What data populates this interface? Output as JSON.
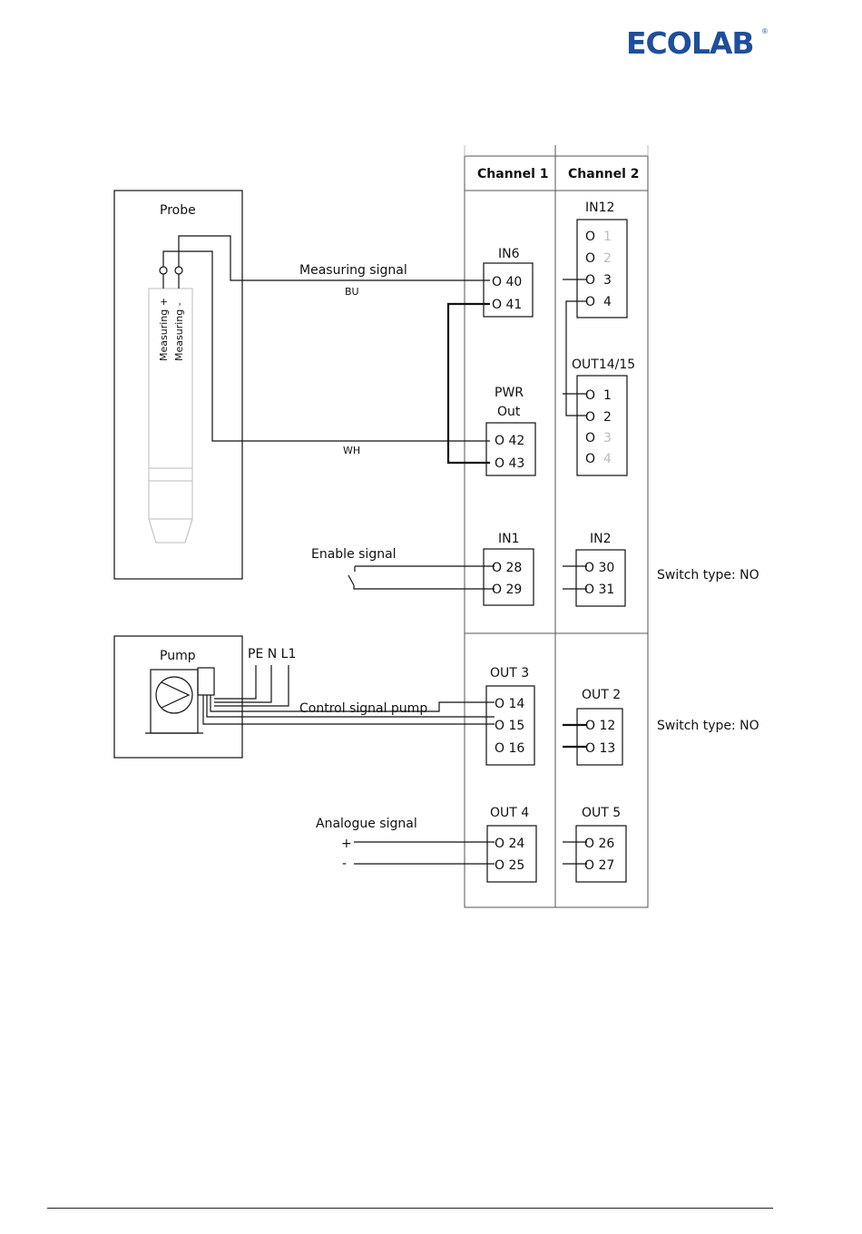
{
  "brand": {
    "logo_text": "ECOLAB",
    "registered_mark": "®",
    "color": "#1f4e9c"
  },
  "header": {
    "channel1": "Channel 1",
    "channel2": "Channel 2"
  },
  "probe": {
    "title": "Probe",
    "pin_plus": "Measuring +",
    "pin_minus": "Measuring -"
  },
  "wires": {
    "measuring_signal": "Measuring signal",
    "bu": "BU",
    "wh": "WH",
    "enable_signal": "Enable signal",
    "control_signal_pump": "Control signal pump",
    "analogue_signal": "Analogue signal",
    "plus": "+",
    "minus": "-"
  },
  "pump": {
    "title": "Pump",
    "mains": "PE N L1"
  },
  "terminals": {
    "in6": {
      "label": "IN6",
      "pins": [
        "O 40",
        "O 41"
      ]
    },
    "pwr": {
      "label1": "PWR",
      "label2": "Out",
      "pins": [
        "O 42",
        "O 43"
      ]
    },
    "in1": {
      "label": "IN1",
      "pins": [
        "O 28",
        "O 29"
      ]
    },
    "in2": {
      "label": "IN2",
      "pins": [
        "O 30",
        "O 31"
      ]
    },
    "in12": {
      "label": "IN12",
      "pins": [
        "O",
        "1",
        "O",
        "2",
        "O",
        "3",
        "O",
        "4"
      ]
    },
    "out1415": {
      "label": "OUT14/15",
      "pins": [
        "O",
        "1",
        "O",
        "2",
        "O",
        "3",
        "O",
        "4"
      ]
    },
    "out3": {
      "label": "OUT 3",
      "pins": [
        "O 14",
        "O 15",
        "O 16"
      ]
    },
    "out2": {
      "label": "OUT 2",
      "pins": [
        "O 12",
        "O 13"
      ]
    },
    "out4": {
      "label": "OUT 4",
      "pins": [
        "O 24",
        "O 25"
      ]
    },
    "out5": {
      "label": "OUT 5",
      "pins": [
        "O 26",
        "O 27"
      ]
    }
  },
  "notes": {
    "switch_in2": "Switch type: NO",
    "switch_out2": "Switch type: NO"
  }
}
